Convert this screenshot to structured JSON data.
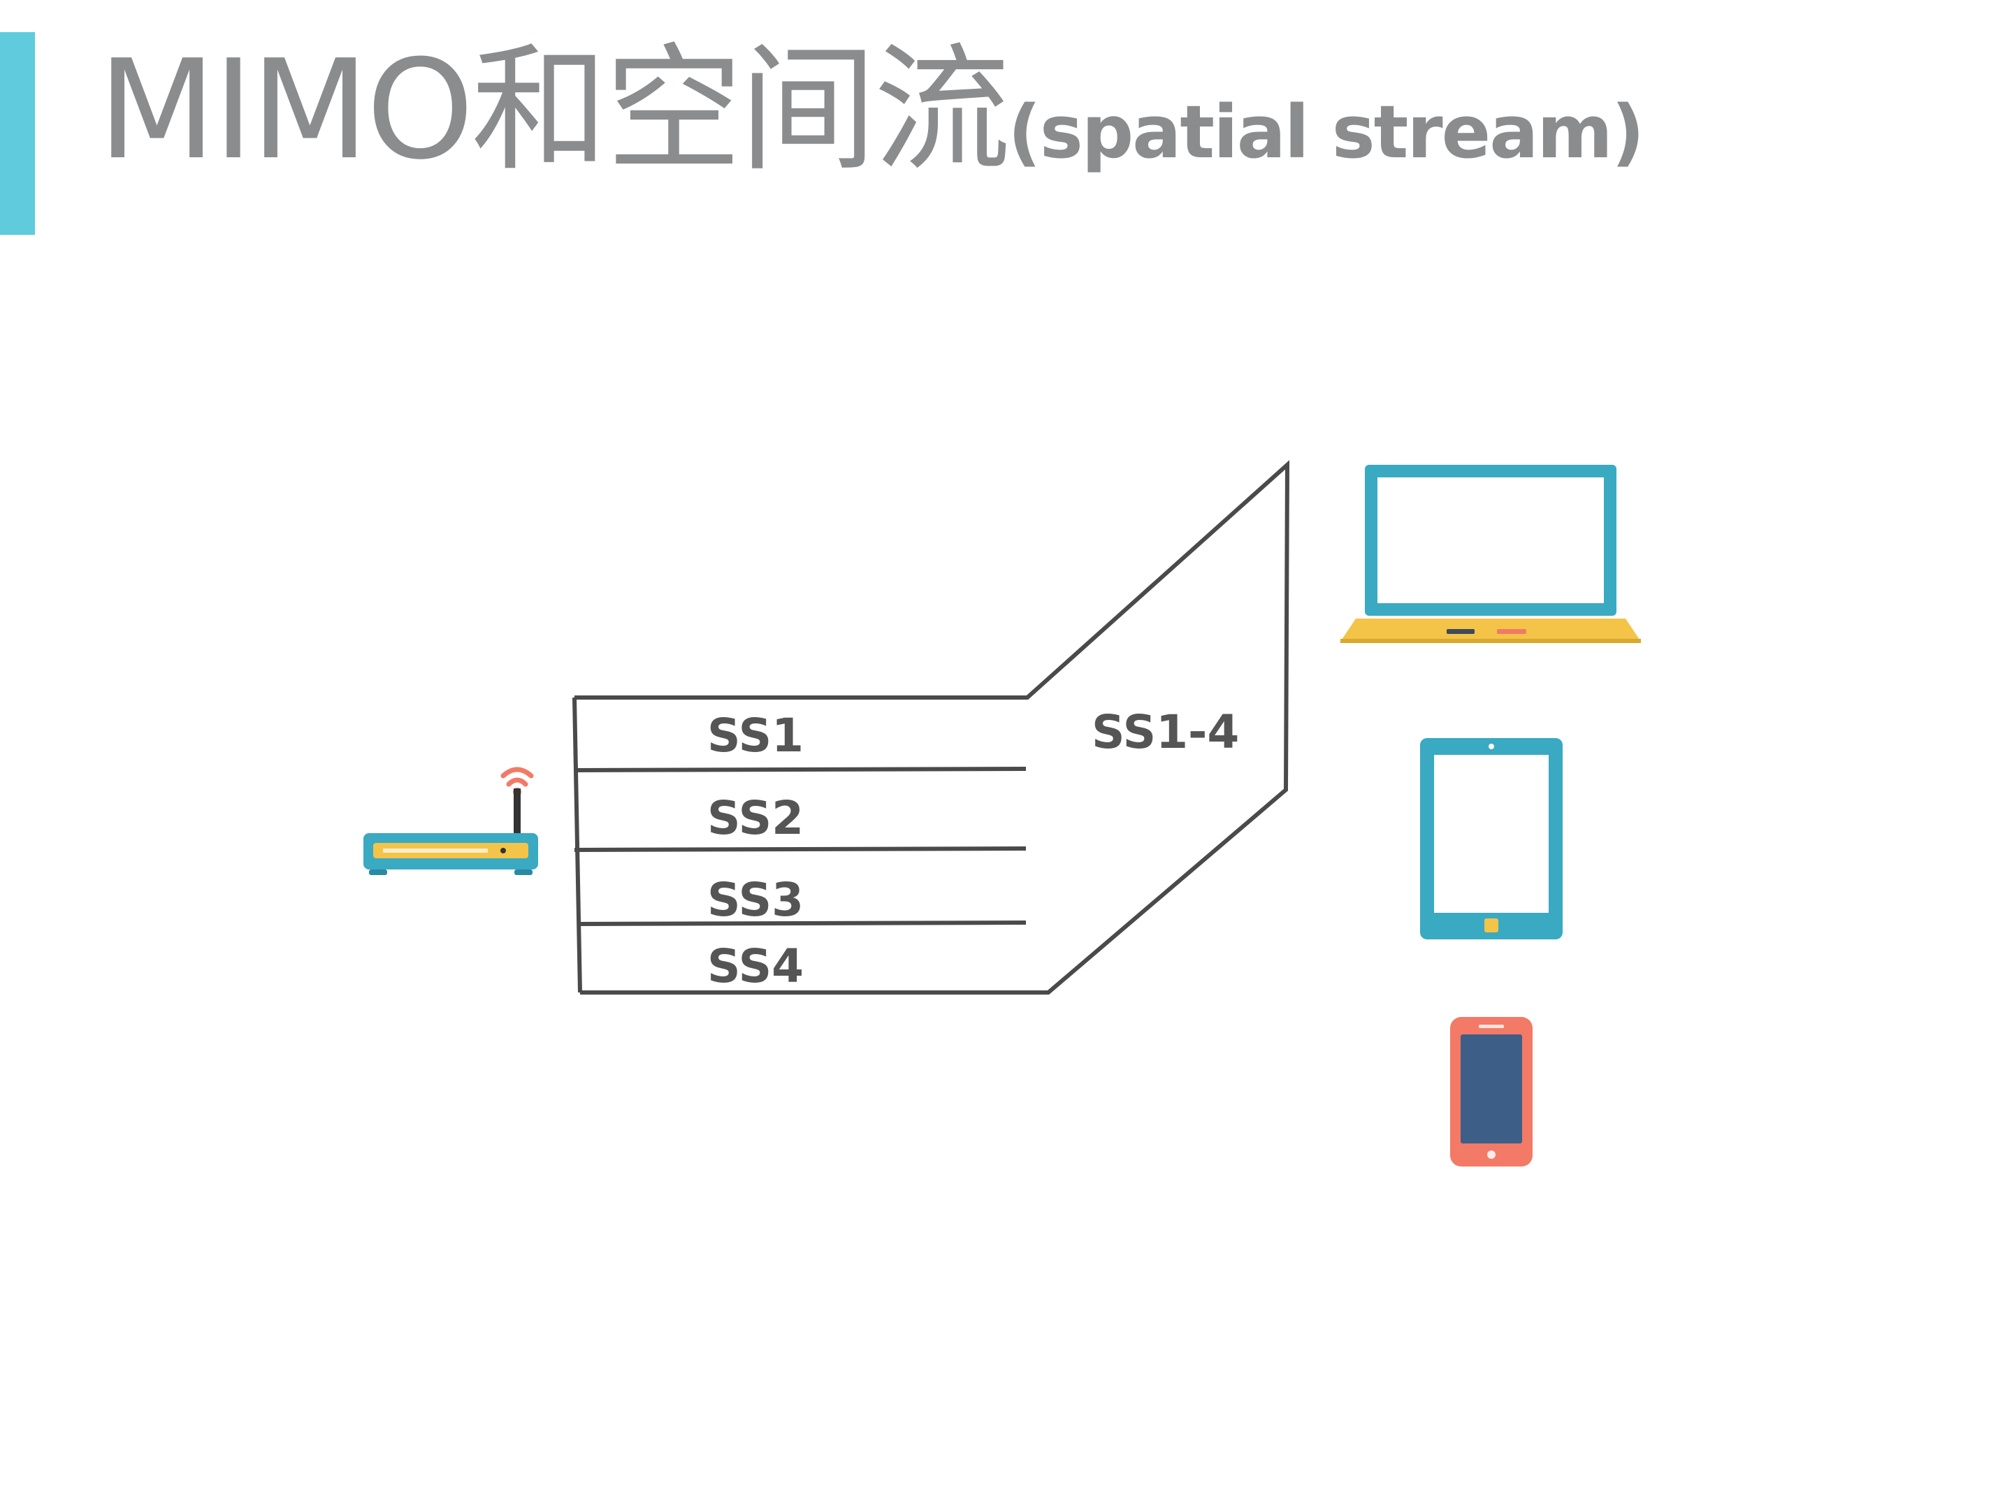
{
  "title": {
    "main": "MIMO和空间流",
    "sub": "(spatial stream)"
  },
  "streams": [
    {
      "label": "SS1"
    },
    {
      "label": "SS2"
    },
    {
      "label": "SS3"
    },
    {
      "label": "SS4"
    }
  ],
  "combined_label": "SS1-4",
  "devices": {
    "router": {
      "icon": "router-icon"
    },
    "laptop": {
      "icon": "laptop-icon"
    },
    "tablet": {
      "icon": "tablet-icon"
    },
    "phone": {
      "icon": "phone-icon"
    }
  },
  "colors": {
    "accent": "#5fcbdc",
    "title": "#8a8c8e",
    "label": "#555555",
    "line": "#4a4a4a",
    "device_teal": "#3aa9c2",
    "device_yellow": "#f3c447",
    "device_coral": "#f37a66",
    "phone_screen": "#3d5f87"
  }
}
